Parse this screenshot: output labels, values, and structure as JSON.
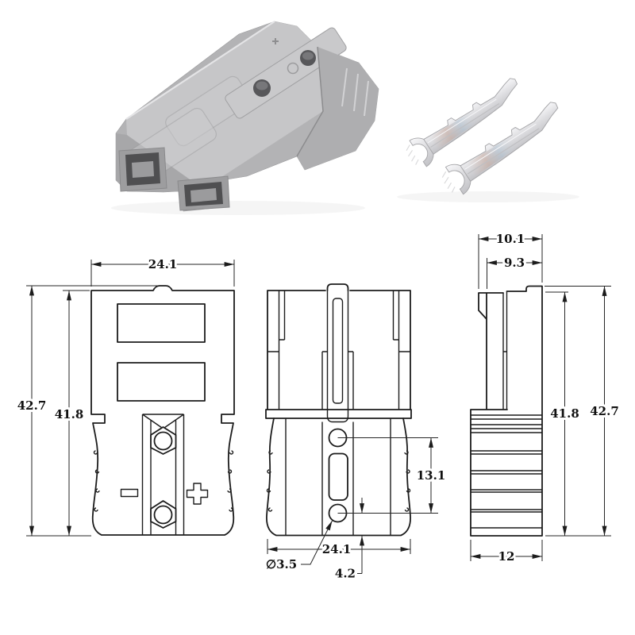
{
  "photo": {
    "connector_body_color": "#b5b5b7",
    "connector_top_color": "#c7c7c9",
    "terminal_color": "#e9e9ec",
    "terminal_count": 2
  },
  "drawing": {
    "line_color": "#1c1c1c",
    "front_view": {
      "width": "24.1",
      "overall_height": "42.7",
      "body_height": "41.8",
      "negative_mark": "−",
      "positive_mark": "+"
    },
    "back_view": {
      "hole_spacing": "13.1",
      "width": "24.1",
      "hole_diameter": "∅3.5",
      "hole_to_edge": "4.2"
    },
    "side_view": {
      "top_width": "10.1",
      "tongue_width": "9.3",
      "body_height": "41.8",
      "overall_height": "42.7",
      "bottom_width": "12"
    }
  }
}
